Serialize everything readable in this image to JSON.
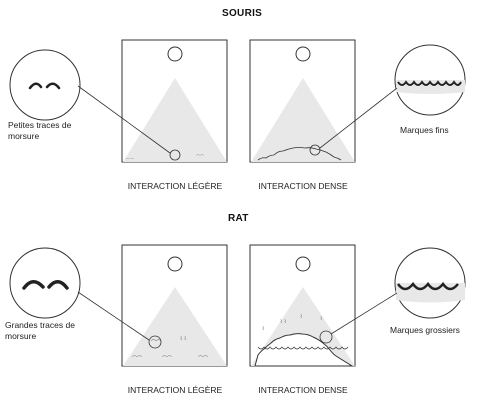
{
  "sections": {
    "mouse": {
      "title": "SOURIS",
      "left_label": "Petites traces de morsure",
      "right_label": "Marques fins",
      "caption_left": "INTERACTION LÉGÈRE",
      "caption_right": "INTERACTION DENSE"
    },
    "rat": {
      "title": "RAT",
      "left_label": "Grandes traces de morsure",
      "right_label": "Marques grossiers",
      "caption_left": "INTERACTION LÉGÈRE",
      "caption_right": "INTERACTION DENSE"
    }
  },
  "colors": {
    "stroke": "#333333",
    "fill": "#e8e8e8",
    "background": "#ffffff"
  }
}
